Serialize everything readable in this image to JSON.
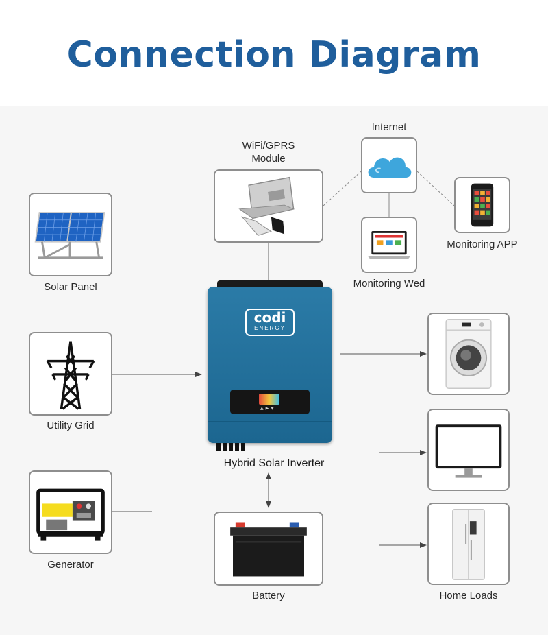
{
  "title": "Connection Diagram",
  "labels": {
    "internet": "Internet",
    "wifi_line1": "WiFi/GPRS",
    "wifi_line2": "Module",
    "monitoring_app": "Monitoring APP",
    "monitoring_web": "Monitoring Wed",
    "solar_panel": "Solar Panel",
    "utility_grid": "Utility Grid",
    "generator": "Generator",
    "inverter": "Hybrid Solar Inverter",
    "battery": "Battery",
    "home_loads": "Home Loads"
  },
  "inverter": {
    "brand": "codi",
    "brand_sub": "ENERGY"
  },
  "icons": {
    "solar": "solar-panel-icon",
    "grid": "transmission-tower-icon",
    "generator": "generator-icon",
    "wifi": "wifi-module-icon",
    "cloud": "cloud-icon",
    "laptop": "laptop-icon",
    "phone": "smartphone-icon",
    "washer": "washing-machine-icon",
    "monitor": "monitor-icon",
    "fridge": "refrigerator-icon",
    "battery": "battery-icon"
  },
  "colors": {
    "title": "#1f5e9c",
    "inverter_body": "#2273a0",
    "box_border": "#8e8e8e",
    "wire": "#555555"
  }
}
